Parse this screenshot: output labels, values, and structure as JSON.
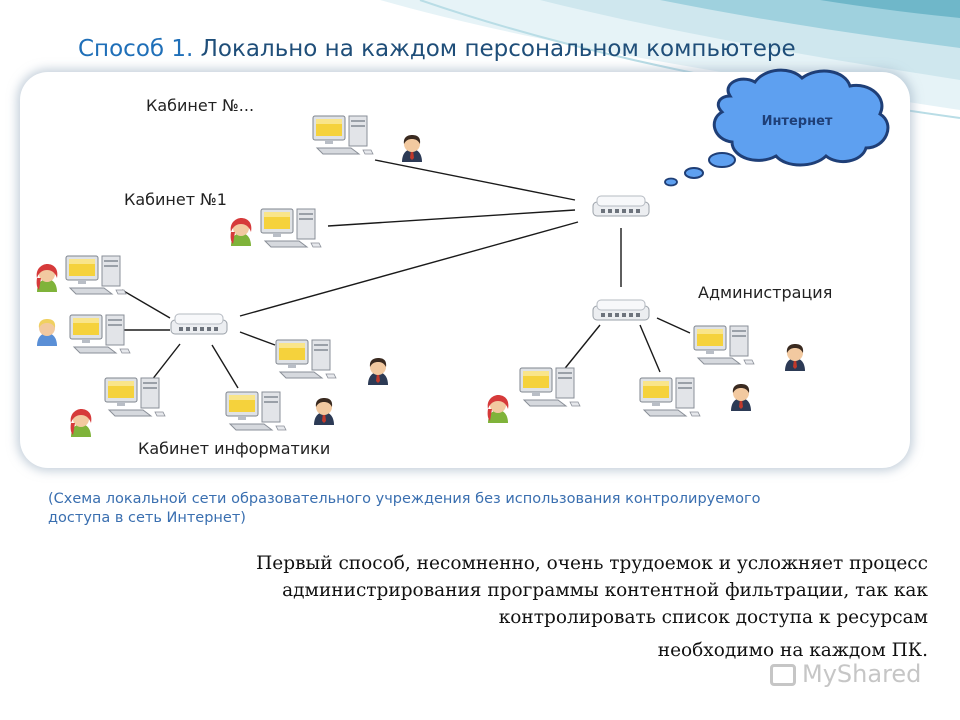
{
  "slide": {
    "title_part1": "Способ 1.",
    "title_part2": "Локально на каждом персональном компьютере"
  },
  "diagram": {
    "cloud_label": "Интернет",
    "labels": {
      "room_other": "Кабинет №...",
      "room_1": "Кабинет №1",
      "admin": "Администрация",
      "informatics": "Кабинет информатики"
    }
  },
  "caption": "(Схема локальной сети образовательного учреждения без использования контролируемого доступа в сеть Интернет)",
  "body": {
    "main": "Первый способ, несомненно, очень трудоемок и усложняет процесс администрирования программы контентной фильтрации, так как контролировать список доступа к ресурсам",
    "last": "необходимо на каждом ПК."
  },
  "watermark": "MyShared",
  "colors": {
    "title": "#1f4e79",
    "title_accent": "#1f6fb8",
    "caption": "#3a6fb0",
    "cloud_fill": "#5ea0f0",
    "cloud_stroke": "#1f3f77",
    "monitor_screen": "#f5d23c",
    "person_red": "#d63a3a",
    "person_dark": "#2c3a55",
    "person_blonde": "#f0d060"
  }
}
